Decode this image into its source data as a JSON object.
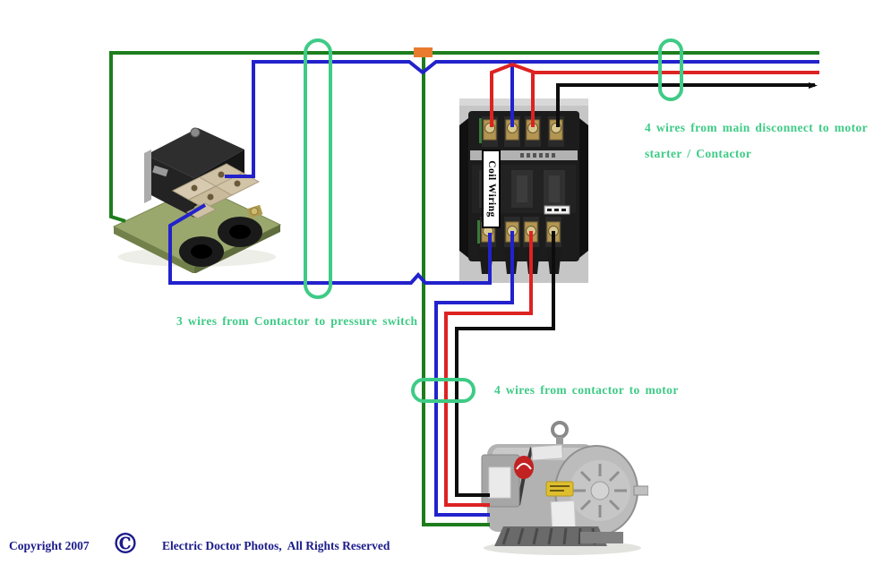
{
  "annotations": {
    "main_disconnect": {
      "line1": "4 wires from main disconnect to motor",
      "line2": "starter / Contactor"
    },
    "contactor_to_pressure_switch": "3 wires from Contactor to pressure switch",
    "contactor_to_motor": "4 wires from contactor to motor"
  },
  "contactor": {
    "coil_label": "Coil Wiring"
  },
  "footer": {
    "copyright": "Copyright 2007",
    "copyright_symbol": "©",
    "credit": "Electric Doctor Photos,  All Rights Reserved"
  },
  "colors": {
    "wire_green": "#1d7d1d",
    "wire_blue": "#2222cc",
    "wire_red": "#dd2222",
    "wire_black": "#0d0d0d",
    "cable_loop": "#3ecb86",
    "junction_marker": "#e87b2e",
    "annotation_text": "#3ecb86",
    "footer_text": "#1b1b8a"
  }
}
